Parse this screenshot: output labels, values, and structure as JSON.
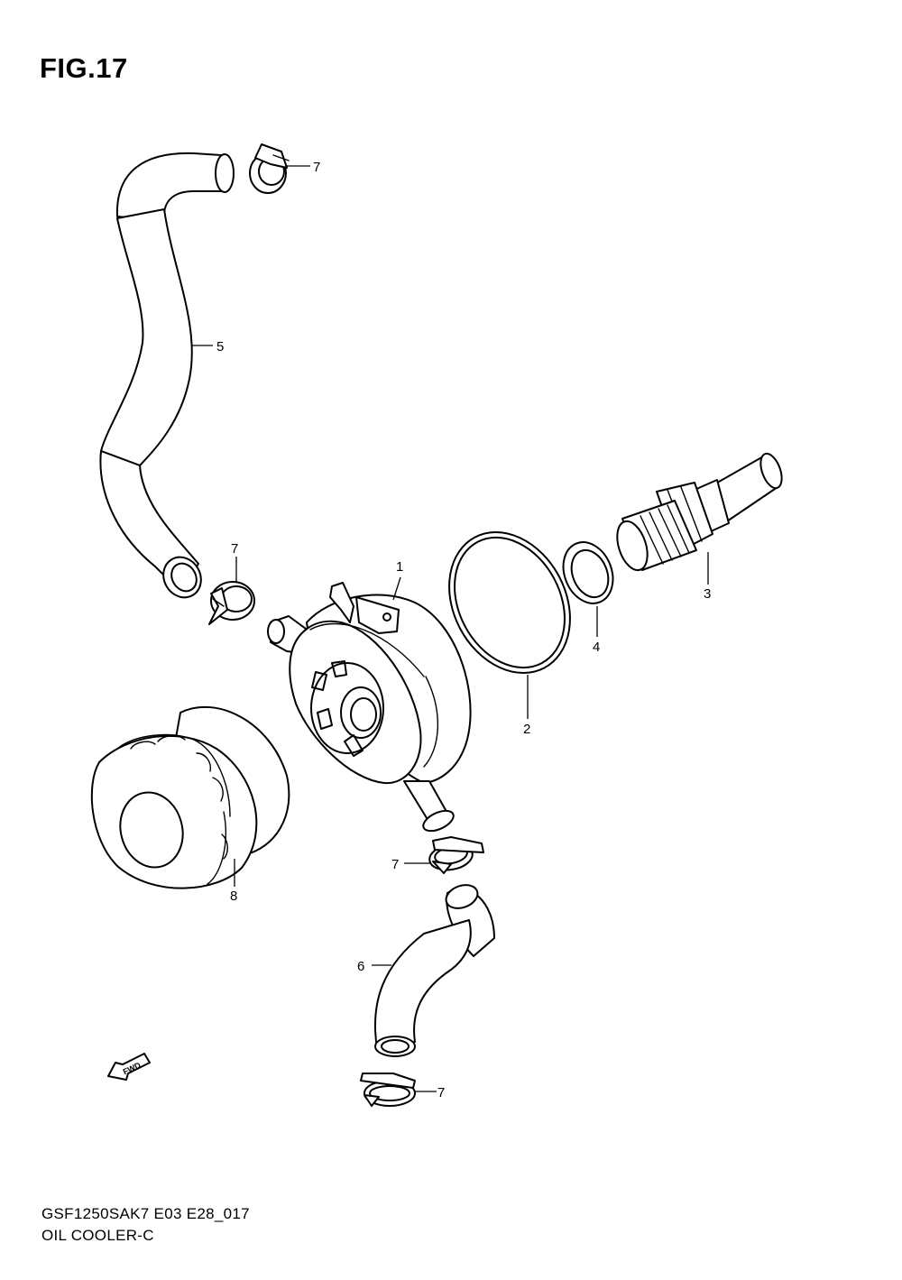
{
  "figure": {
    "title": "FIG.17",
    "footer_code": "GSF1250SAK7 E03 E28_017",
    "footer_name": "OIL COOLER-C"
  },
  "callouts": [
    {
      "part": "oil-cooler",
      "number": "1"
    },
    {
      "part": "o-ring",
      "number": "2"
    },
    {
      "part": "union-bolt",
      "number": "3"
    },
    {
      "part": "gasket",
      "number": "4"
    },
    {
      "part": "upper-hose",
      "number": "5"
    },
    {
      "part": "lower-hose",
      "number": "6"
    },
    {
      "part": "clamp-top",
      "number": "7"
    },
    {
      "part": "clamp-mid-left",
      "number": "7"
    },
    {
      "part": "clamp-mid-lower",
      "number": "7"
    },
    {
      "part": "clamp-bottom",
      "number": "7"
    },
    {
      "part": "oil-filter",
      "number": "8"
    }
  ],
  "fwd_arrow": {
    "label": "FWD"
  }
}
